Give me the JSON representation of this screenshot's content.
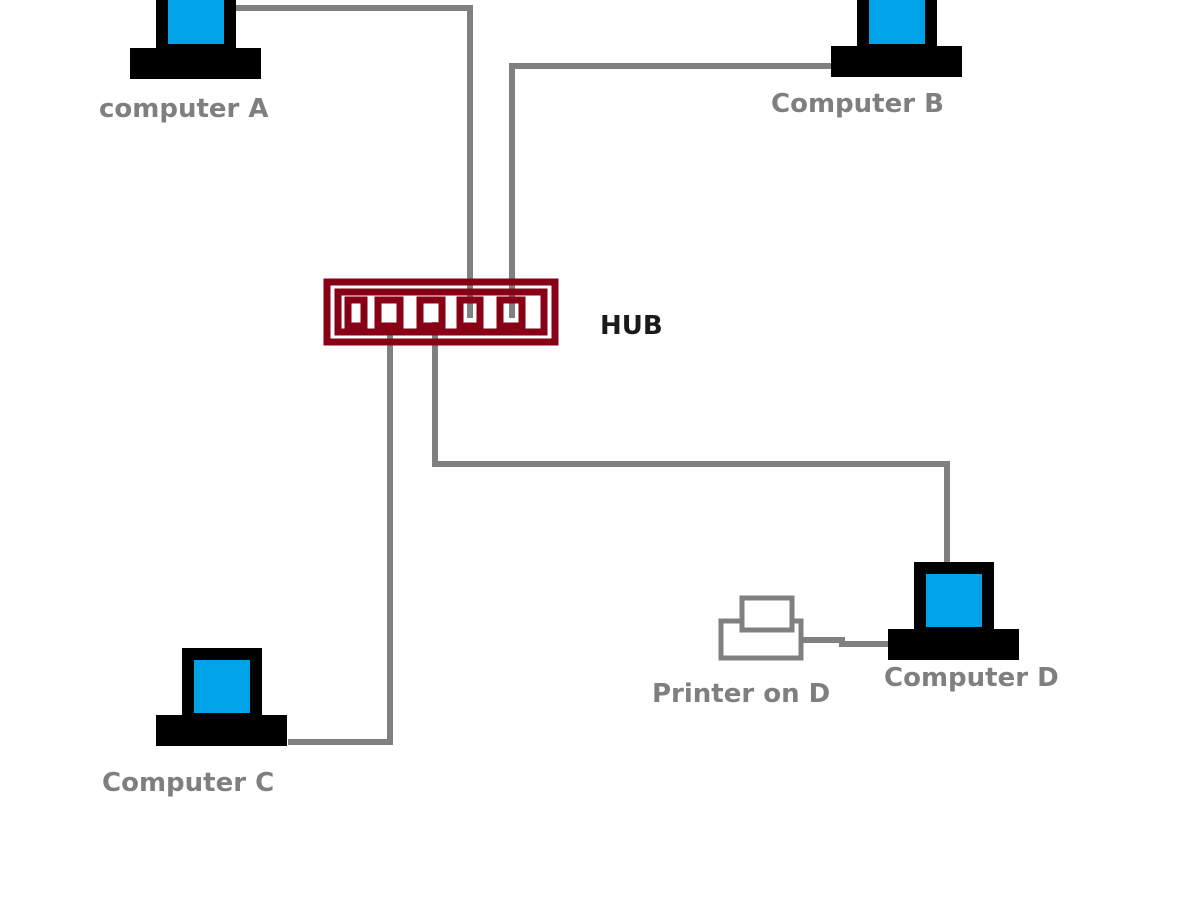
{
  "diagram": {
    "title": "",
    "colors": {
      "wire": "#808080",
      "hub": "#880015",
      "screen": "#00a2e8",
      "computer_body": "#000000",
      "printer": "#808080",
      "label": "#7f7f7f",
      "hub_label": "#1a1a1a"
    },
    "nodes": [
      {
        "id": "A",
        "type": "computer",
        "label": "computer A"
      },
      {
        "id": "B",
        "type": "computer",
        "label": "Computer B"
      },
      {
        "id": "C",
        "type": "computer",
        "label": "Computer C"
      },
      {
        "id": "D",
        "type": "computer",
        "label": "Computer D"
      },
      {
        "id": "P",
        "type": "printer",
        "label": "Printer on D"
      },
      {
        "id": "H",
        "type": "hub",
        "label": "HUB"
      }
    ],
    "edges": [
      {
        "from": "A",
        "to": "H"
      },
      {
        "from": "B",
        "to": "H"
      },
      {
        "from": "C",
        "to": "H"
      },
      {
        "from": "D",
        "to": "H"
      },
      {
        "from": "P",
        "to": "D"
      }
    ]
  }
}
